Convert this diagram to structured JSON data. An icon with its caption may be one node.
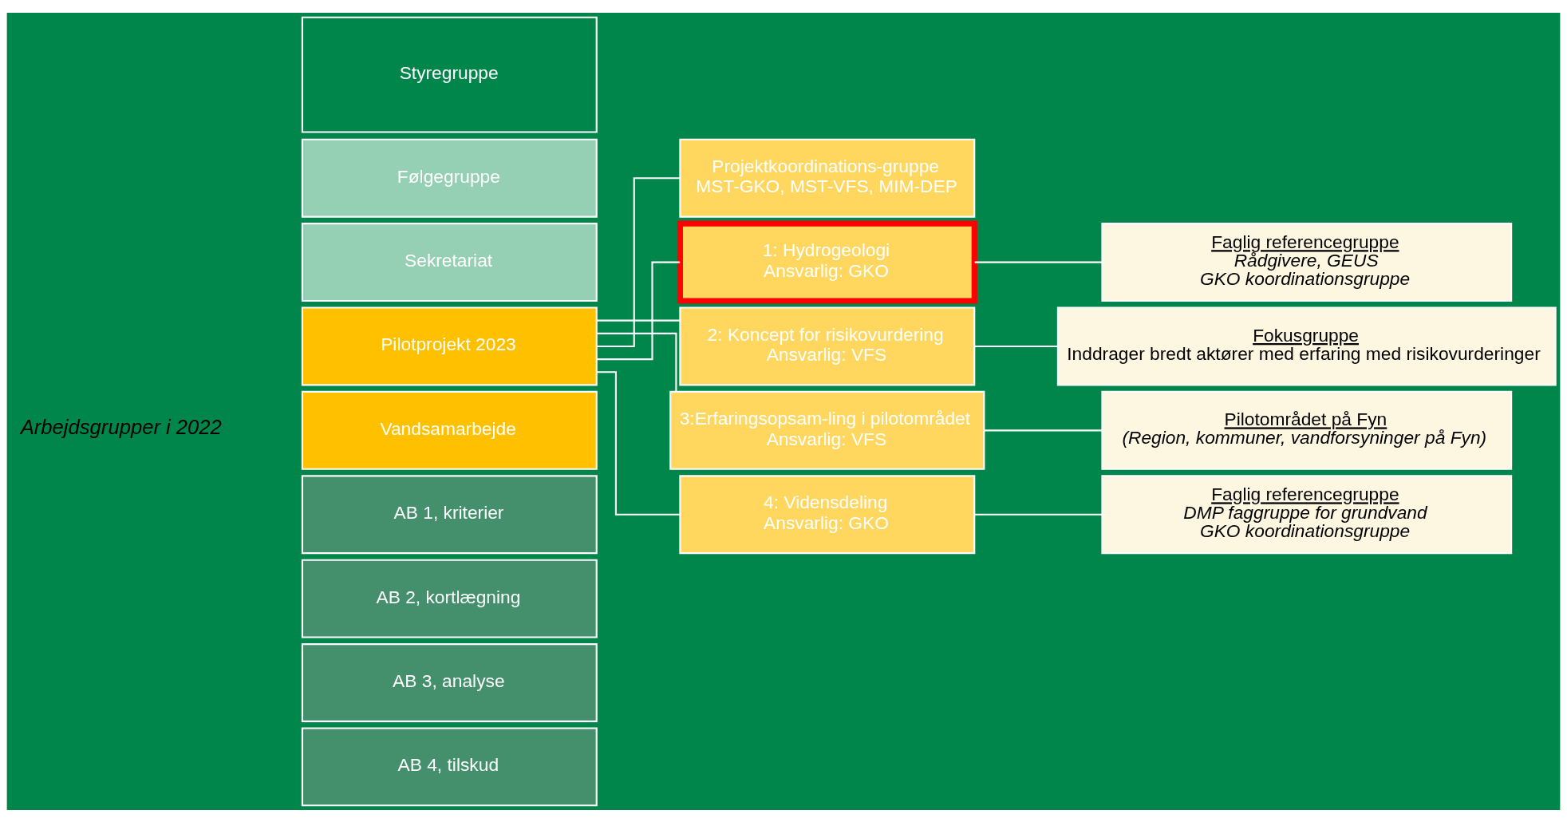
{
  "diagram": {
    "nodes": [
      {
        "text": [
          "Styregruppe"
        ]
      },
      {
        "text": [
          "Følgegruppe"
        ]
      },
      {
        "text": [
          "Sekretariat"
        ]
      },
      {
        "text": [
          "Pilotprojekt 2023"
        ]
      },
      {
        "text": [
          "Vandsamarbejde"
        ]
      },
      {
        "text": [
          "AB 1, kriterier"
        ]
      },
      {
        "text": [
          "AB 2, kortlægning"
        ]
      },
      {
        "text": [
          "AB 3, analyse"
        ]
      },
      {
        "text": [
          "AB 4, tilskud"
        ]
      },
      {
        "text": [
          "Projektkoordinations-gruppe",
          "MST-GKO, MST-VFS, MIM-DEP"
        ]
      },
      {
        "text": [
          "1: Hydrogeologi",
          "Ansvarlig: GKO"
        ]
      },
      {
        "text": [
          "2: Koncept for risikovurdering",
          "Ansvarlig: VFS"
        ]
      },
      {
        "text": [
          "3:Erfaringsopsam-ling i pilotområdet",
          "Ansvarlig: VFS"
        ]
      },
      {
        "text": [
          "4: Vidensdeling",
          "Ansvarlig: GKO"
        ]
      },
      {
        "text": [
          "Faglig referencegruppe",
          "Rådgivere, GEUS",
          "GKO koordinationsgruppe"
        ]
      },
      {
        "text": [
          "Fokusgruppe",
          "Inddrager bredt aktører med erfaring med risikovurderinger"
        ]
      },
      {
        "text": [
          "Pilotområdet på Fyn",
          "(Region, kommuner, vandforsyninger på Fyn)"
        ]
      },
      {
        "text": [
          "Faglig referencegruppe",
          "DMP faggruppe for grundvand",
          "GKO koordinationsgruppe"
        ]
      }
    ],
    "edges": [
      {
        "from": 3,
        "to": 9,
        "arrow": "none"
      },
      {
        "from": 3,
        "to": 10,
        "arrow": "none"
      },
      {
        "from": 3,
        "to": 11,
        "arrow": "none"
      },
      {
        "from": 3,
        "to": 12,
        "arrow": "none"
      },
      {
        "from": 3,
        "to": 13,
        "arrow": "none"
      },
      {
        "from": 10,
        "to": 14,
        "arrow": "none"
      },
      {
        "from": 11,
        "to": 15,
        "arrow": "none"
      },
      {
        "from": 12,
        "to": 16,
        "arrow": "none"
      },
      {
        "from": 13,
        "to": 17,
        "arrow": "none"
      }
    ],
    "labels": [
      "Arbejdsgrupper i 2022"
    ]
  }
}
